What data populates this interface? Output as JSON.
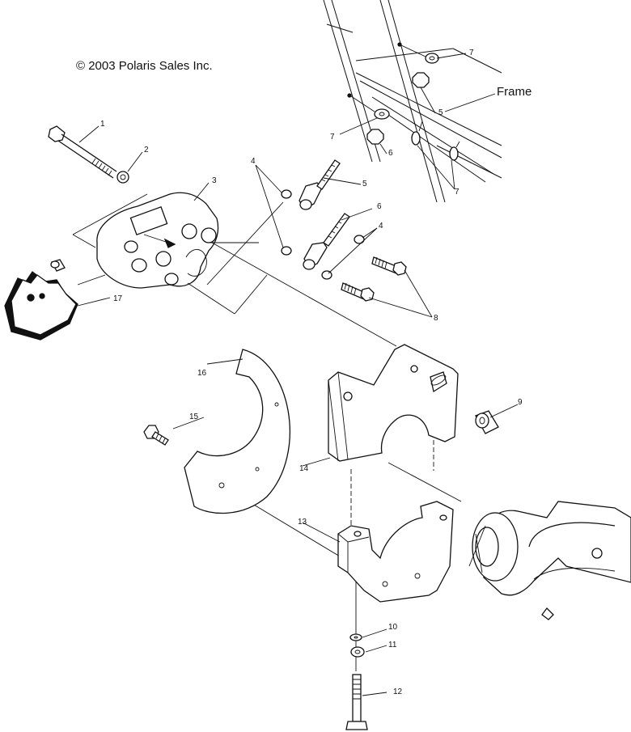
{
  "copyright": "© 2003 Polaris Sales Inc.",
  "frame_label": "Frame",
  "callouts": {
    "c1": "1",
    "c2": "2",
    "c3": "3",
    "c4a": "4",
    "c4b": "4",
    "c5a": "5",
    "c5b": "5",
    "c6a": "6",
    "c6b": "6",
    "c7a": "7",
    "c7b": "7",
    "c7c": "7",
    "c8": "8",
    "c9": "9",
    "c10": "10",
    "c11": "11",
    "c12": "12",
    "c13": "13",
    "c14": "14",
    "c15": "15",
    "c16": "16",
    "c17": "17"
  }
}
